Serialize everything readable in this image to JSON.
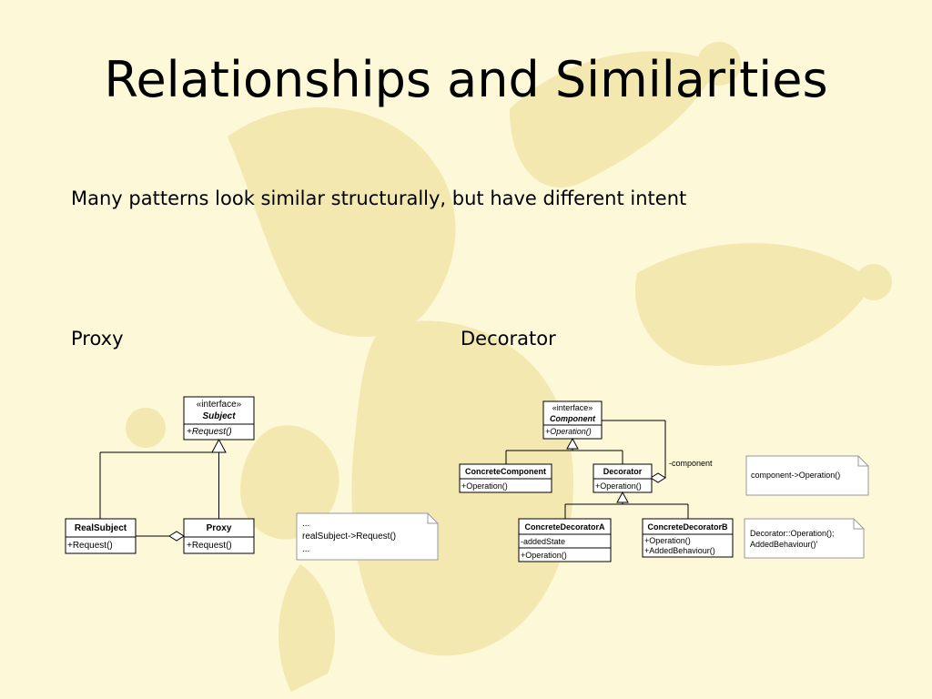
{
  "slide": {
    "title": "Relationships and Similarities",
    "subtitle": "Many patterns look similar structurally, but have different intent",
    "colors": {
      "background": "#fcf8d8",
      "watermark": "#f3e8b0"
    }
  },
  "proxy": {
    "label": "Proxy",
    "subject": {
      "stereotype": "«interface»",
      "name": "Subject",
      "operation": "+Request()"
    },
    "real_subject": {
      "name": "RealSubject",
      "operation": "+Request()"
    },
    "proxy_class": {
      "name": "Proxy",
      "operation": "+Request()"
    },
    "note": {
      "line1": "...",
      "line2": "realSubject->Request()",
      "line3": "..."
    }
  },
  "decorator": {
    "label": "Decorator",
    "component": {
      "stereotype": "«interface»",
      "name": "Component",
      "operation": "+Operation()"
    },
    "concrete_component": {
      "name": "ConcreteComponent",
      "operation": "+Operation()"
    },
    "decorator_class": {
      "name": "Decorator",
      "operation": "+Operation()"
    },
    "association_label": "-component",
    "concrete_decorator_a": {
      "name": "ConcreteDecoratorA",
      "attribute": "-addedState",
      "operation": "+Operation()"
    },
    "concrete_decorator_b": {
      "name": "ConcreteDecoratorB",
      "operation1": "+Operation()",
      "operation2": "+AddedBehaviour()"
    },
    "note1": {
      "line1": "component->Operation()"
    },
    "note2": {
      "line1": "Decorator::Operation();",
      "line2": "AddedBehaviour()'"
    }
  }
}
